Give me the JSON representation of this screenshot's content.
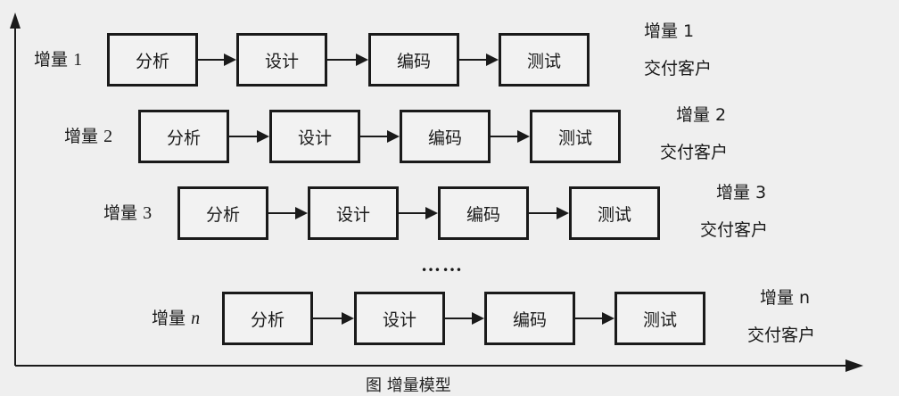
{
  "rows": [
    {
      "label": "增量",
      "num": "1",
      "italic": false,
      "stages": [
        "分析",
        "设计",
        "编码",
        "测试"
      ],
      "delivery_top": "增量 1",
      "delivery_bottom": "交付客户"
    },
    {
      "label": "增量",
      "num": "2",
      "italic": false,
      "stages": [
        "分析",
        "设计",
        "编码",
        "测试"
      ],
      "delivery_top": "增量 2",
      "delivery_bottom": "交付客户"
    },
    {
      "label": "增量",
      "num": "3",
      "italic": false,
      "stages": [
        "分析",
        "设计",
        "编码",
        "测试"
      ],
      "delivery_top": "增量 3",
      "delivery_bottom": "交付客户"
    },
    {
      "label": "增量",
      "num": "n",
      "italic": true,
      "stages": [
        "分析",
        "设计",
        "编码",
        "测试"
      ],
      "delivery_top": "增量 n",
      "delivery_bottom": "交付客户"
    }
  ],
  "ellipsis": "……",
  "caption": "图 增量模型"
}
